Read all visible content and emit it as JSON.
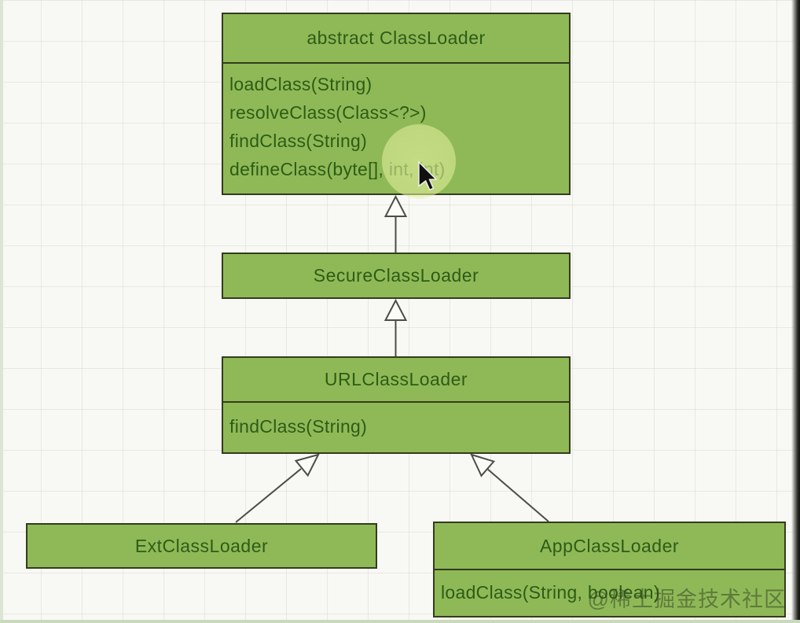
{
  "diagram_type": "uml-class-diagram",
  "classes": [
    {
      "name": "abstract ClassLoader",
      "methods": [
        "loadClass(String)",
        "resolveClass(Class<?>)",
        "findClass(String)",
        "defineClass(byte[], int, int)"
      ]
    },
    {
      "name": "SecureClassLoader",
      "methods": []
    },
    {
      "name": "URLClassLoader",
      "methods": [
        "findClass(String)"
      ]
    },
    {
      "name": "ExtClassLoader",
      "methods": []
    },
    {
      "name": "AppClassLoader",
      "methods": [
        "loadClass(String, boolean)"
      ]
    }
  ],
  "relations": [
    {
      "from": "SecureClassLoader",
      "to": "abstract ClassLoader",
      "type": "generalization"
    },
    {
      "from": "URLClassLoader",
      "to": "SecureClassLoader",
      "type": "generalization"
    },
    {
      "from": "ExtClassLoader",
      "to": "URLClassLoader",
      "type": "generalization"
    },
    {
      "from": "AppClassLoader",
      "to": "URLClassLoader",
      "type": "generalization"
    }
  ],
  "watermark": "@稀土掘金技术社区",
  "colors": {
    "box_fill": "#8fb957",
    "box_border": "#333c1d",
    "box_text": "#2d5c16",
    "background": "#f8f8f5",
    "arrow": "#4c4c48",
    "cursor_highlight": "#e4f19e"
  }
}
